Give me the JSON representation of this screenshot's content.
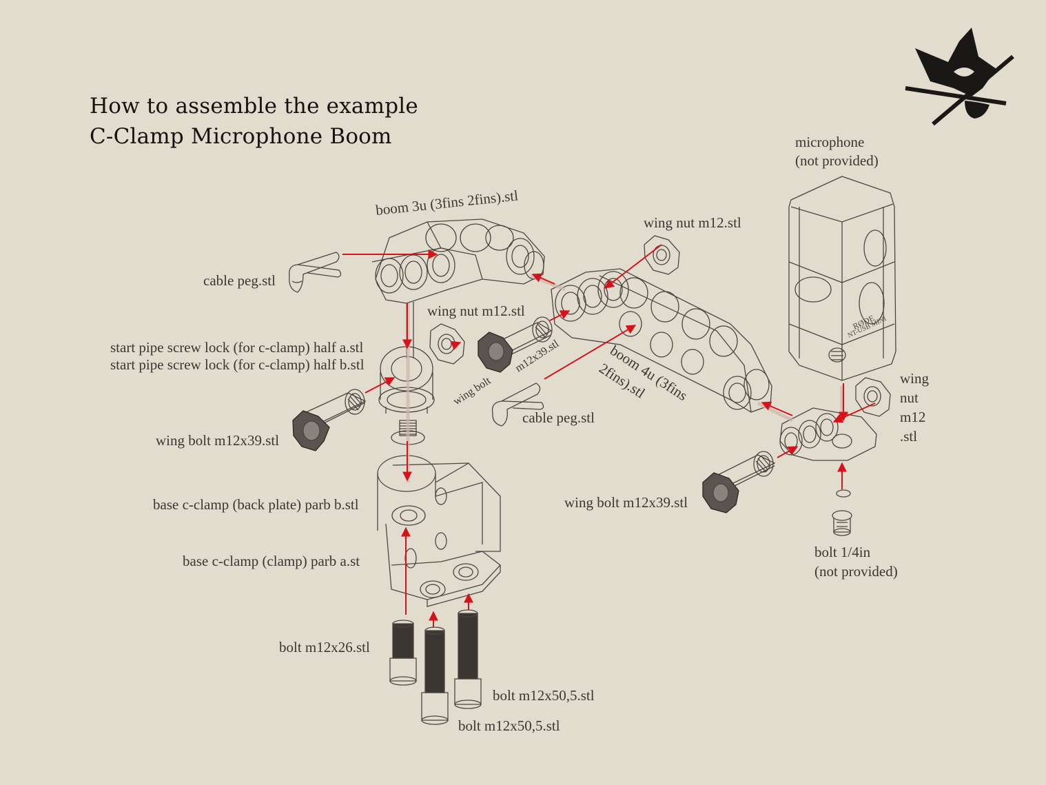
{
  "title": {
    "line1": "How to assemble the example",
    "line2": "C-Clamp Microphone Boom"
  },
  "labels": {
    "boom_3u": "boom 3u (3fins 2fins).stl",
    "cable_peg_left": "cable peg.stl",
    "wing_nut_top": "wing nut m12.stl",
    "wing_nut_mid": "wing nut m12.stl",
    "start_pipe_a": "start pipe screw lock (for c-clamp) half a.stl",
    "start_pipe_b": "start pipe screw lock (for c-clamp) half b.stl",
    "wing_bolt_left": "wing bolt m12x39.stl",
    "wing_bolt_mid_1": "wing bolt",
    "wing_bolt_mid_2": "m12x39.stl",
    "boom_4u_1": "boom 4u (3fins",
    "boom_4u_2": "2fins).stl",
    "cable_peg_mid": "cable peg.stl",
    "microphone_1": "microphone",
    "microphone_2": "(not provided)",
    "wing_nut_right_1": "wing",
    "wing_nut_right_2": "nut",
    "wing_nut_right_3": "m12",
    "wing_nut_right_4": ".stl",
    "wing_bolt_right": "wing bolt m12x39.stl",
    "base_back": "base c-clamp (back plate) parb b.stl",
    "base_clamp": "base c-clamp (clamp) parb a.st",
    "bolt_quarter_1": "bolt 1/4in",
    "bolt_quarter_2": "(not provided)",
    "bolt_m12x26": "bolt m12x26.stl",
    "bolt_m12x50_a": "bolt m12x50,5.stl",
    "bolt_m12x50_b": "bolt m12x50,5.stl"
  },
  "colors": {
    "background": "#e2dccf",
    "arrow": "#d6121b",
    "line": "#4a4541",
    "text": "#3a3632",
    "logo": "#1a1816"
  },
  "icons": {
    "logo": "crowned-flame-logo"
  }
}
